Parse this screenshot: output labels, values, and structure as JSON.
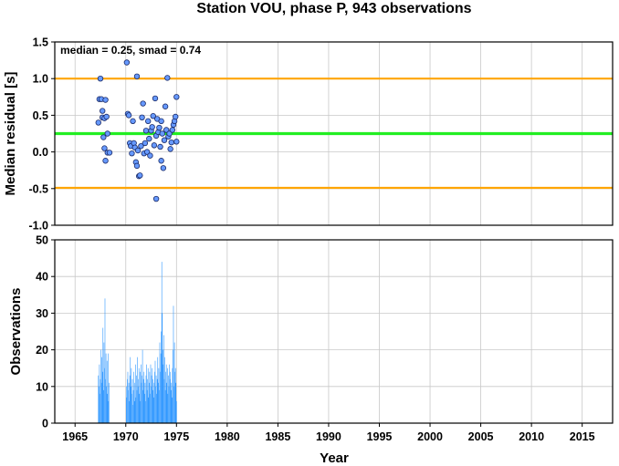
{
  "chart_data": [
    {
      "type": "scatter",
      "title": "Station VOU, phase P, 943 observations",
      "annotation": "median = 0.25, smad = 0.74",
      "ylabel": "Median residual [s]",
      "xlim": [
        1963,
        2018
      ],
      "ylim": [
        -1.0,
        1.5
      ],
      "yticks": [
        -1.0,
        -0.5,
        0.0,
        0.5,
        1.0,
        1.5
      ],
      "ytick_labels": [
        "-1.0",
        "-0.5",
        "0.0",
        "0.5",
        "1.0",
        "1.5"
      ],
      "grid": true,
      "reference_lines": [
        {
          "y": 1.0,
          "color": "#ffa500"
        },
        {
          "y": 0.25,
          "color": "#22ee22"
        },
        {
          "y": -0.49,
          "color": "#ffa500"
        }
      ],
      "marker_color": "#6699ff",
      "points": [
        [
          1967.3,
          0.4
        ],
        [
          1967.4,
          0.72
        ],
        [
          1967.5,
          1.0
        ],
        [
          1967.6,
          0.72
        ],
        [
          1967.7,
          0.47
        ],
        [
          1967.7,
          0.56
        ],
        [
          1967.8,
          0.2
        ],
        [
          1967.9,
          0.46
        ],
        [
          1967.9,
          0.05
        ],
        [
          1968.0,
          -0.12
        ],
        [
          1968.0,
          0.71
        ],
        [
          1968.1,
          0.48
        ],
        [
          1968.2,
          0.25
        ],
        [
          1968.2,
          -0.01
        ],
        [
          1968.4,
          -0.01
        ],
        [
          1970.1,
          1.22
        ],
        [
          1970.2,
          0.52
        ],
        [
          1970.3,
          0.5
        ],
        [
          1970.4,
          0.12
        ],
        [
          1970.5,
          0.08
        ],
        [
          1970.6,
          -0.02
        ],
        [
          1970.7,
          0.42
        ],
        [
          1970.8,
          0.12
        ],
        [
          1970.9,
          0.06
        ],
        [
          1971.0,
          -0.14
        ],
        [
          1971.1,
          -0.19
        ],
        [
          1971.1,
          1.03
        ],
        [
          1971.2,
          0.02
        ],
        [
          1971.3,
          -0.33
        ],
        [
          1971.4,
          -0.32
        ],
        [
          1971.5,
          0.08
        ],
        [
          1971.6,
          0.47
        ],
        [
          1971.7,
          0.66
        ],
        [
          1971.8,
          -0.02
        ],
        [
          1971.9,
          0.12
        ],
        [
          1972.0,
          0.29
        ],
        [
          1972.1,
          0.0
        ],
        [
          1972.2,
          0.42
        ],
        [
          1972.3,
          0.18
        ],
        [
          1972.4,
          -0.05
        ],
        [
          1972.5,
          0.29
        ],
        [
          1972.6,
          0.34
        ],
        [
          1972.7,
          0.49
        ],
        [
          1972.8,
          0.09
        ],
        [
          1972.9,
          0.73
        ],
        [
          1973.0,
          -0.64
        ],
        [
          1973.0,
          0.22
        ],
        [
          1973.1,
          0.45
        ],
        [
          1973.2,
          0.27
        ],
        [
          1973.3,
          0.33
        ],
        [
          1973.4,
          0.07
        ],
        [
          1973.5,
          0.42
        ],
        [
          1973.5,
          -0.12
        ],
        [
          1973.6,
          0.25
        ],
        [
          1973.7,
          -0.22
        ],
        [
          1973.8,
          0.16
        ],
        [
          1973.9,
          0.62
        ],
        [
          1974.0,
          0.3
        ],
        [
          1974.1,
          1.01
        ],
        [
          1974.2,
          0.21
        ],
        [
          1974.3,
          0.25
        ],
        [
          1974.4,
          0.04
        ],
        [
          1974.5,
          0.13
        ],
        [
          1974.6,
          0.3
        ],
        [
          1974.7,
          0.37
        ],
        [
          1974.8,
          0.42
        ],
        [
          1974.9,
          0.48
        ],
        [
          1975.0,
          0.75
        ],
        [
          1975.0,
          0.14
        ]
      ]
    },
    {
      "type": "bar",
      "ylabel": "Observations",
      "xlabel": "Year",
      "xlim": [
        1963,
        2018
      ],
      "ylim": [
        0,
        50
      ],
      "xticks": [
        1965,
        1970,
        1975,
        1980,
        1985,
        1990,
        1995,
        2000,
        2005,
        2010,
        2015
      ],
      "xtick_labels": [
        "1965",
        "1970",
        "1975",
        "1980",
        "1985",
        "1990",
        "1995",
        "2000",
        "2005",
        "2010",
        "2015"
      ],
      "yticks": [
        0,
        10,
        20,
        30,
        40,
        50
      ],
      "ytick_labels": [
        "0",
        "10",
        "20",
        "30",
        "40",
        "50"
      ],
      "grid": true,
      "bar_color": "#3399ff",
      "counts": [
        [
          1967.3,
          13
        ],
        [
          1967.35,
          10
        ],
        [
          1967.4,
          16
        ],
        [
          1967.45,
          8
        ],
        [
          1967.5,
          12
        ],
        [
          1967.55,
          20
        ],
        [
          1967.6,
          11
        ],
        [
          1967.65,
          18
        ],
        [
          1967.7,
          14
        ],
        [
          1967.75,
          26
        ],
        [
          1967.8,
          9
        ],
        [
          1967.85,
          22
        ],
        [
          1967.9,
          15
        ],
        [
          1967.95,
          34
        ],
        [
          1968.0,
          12
        ],
        [
          1968.05,
          19
        ],
        [
          1968.1,
          10
        ],
        [
          1968.15,
          17
        ],
        [
          1968.2,
          8
        ],
        [
          1968.25,
          19
        ],
        [
          1968.3,
          6
        ],
        [
          1968.35,
          11
        ],
        [
          1970.05,
          10
        ],
        [
          1970.1,
          7
        ],
        [
          1970.15,
          12
        ],
        [
          1970.2,
          14
        ],
        [
          1970.25,
          9
        ],
        [
          1970.3,
          11
        ],
        [
          1970.35,
          6
        ],
        [
          1970.4,
          13
        ],
        [
          1970.45,
          18
        ],
        [
          1970.5,
          10
        ],
        [
          1970.55,
          15
        ],
        [
          1970.6,
          8
        ],
        [
          1970.65,
          12
        ],
        [
          1970.7,
          5
        ],
        [
          1970.75,
          9
        ],
        [
          1970.8,
          14
        ],
        [
          1970.85,
          6
        ],
        [
          1970.9,
          11
        ],
        [
          1970.95,
          16
        ],
        [
          1971.0,
          7
        ],
        [
          1971.05,
          13
        ],
        [
          1971.1,
          9
        ],
        [
          1971.15,
          18
        ],
        [
          1971.2,
          10
        ],
        [
          1971.25,
          12
        ],
        [
          1971.3,
          15
        ],
        [
          1971.35,
          8
        ],
        [
          1971.4,
          14
        ],
        [
          1971.45,
          6
        ],
        [
          1971.5,
          16
        ],
        [
          1971.55,
          11
        ],
        [
          1971.6,
          13
        ],
        [
          1971.65,
          20
        ],
        [
          1971.7,
          9
        ],
        [
          1971.75,
          12
        ],
        [
          1971.8,
          14
        ],
        [
          1971.85,
          8
        ],
        [
          1971.9,
          11
        ],
        [
          1971.95,
          6
        ],
        [
          1972.0,
          13
        ],
        [
          1972.05,
          16
        ],
        [
          1972.1,
          9
        ],
        [
          1972.15,
          12
        ],
        [
          1972.2,
          15
        ],
        [
          1972.25,
          7
        ],
        [
          1972.3,
          11
        ],
        [
          1972.35,
          14
        ],
        [
          1972.4,
          8
        ],
        [
          1972.45,
          16
        ],
        [
          1972.5,
          10
        ],
        [
          1972.55,
          13
        ],
        [
          1972.6,
          15
        ],
        [
          1972.65,
          9
        ],
        [
          1972.7,
          12
        ],
        [
          1972.75,
          7
        ],
        [
          1972.8,
          11
        ],
        [
          1972.85,
          14
        ],
        [
          1972.9,
          17
        ],
        [
          1972.95,
          10
        ],
        [
          1973.0,
          13
        ],
        [
          1973.05,
          8
        ],
        [
          1973.1,
          12
        ],
        [
          1973.15,
          18
        ],
        [
          1973.2,
          11
        ],
        [
          1973.25,
          15
        ],
        [
          1973.3,
          9
        ],
        [
          1973.35,
          22
        ],
        [
          1973.4,
          14
        ],
        [
          1973.45,
          19
        ],
        [
          1973.5,
          25
        ],
        [
          1973.55,
          44
        ],
        [
          1973.6,
          30
        ],
        [
          1973.65,
          20
        ],
        [
          1973.7,
          16
        ],
        [
          1973.75,
          24
        ],
        [
          1973.8,
          12
        ],
        [
          1973.85,
          18
        ],
        [
          1973.9,
          9
        ],
        [
          1973.95,
          14
        ],
        [
          1974.0,
          16
        ],
        [
          1974.05,
          11
        ],
        [
          1974.1,
          15
        ],
        [
          1974.15,
          8
        ],
        [
          1974.2,
          13
        ],
        [
          1974.25,
          10
        ],
        [
          1974.3,
          16
        ],
        [
          1974.35,
          12
        ],
        [
          1974.4,
          14
        ],
        [
          1974.45,
          9
        ],
        [
          1974.5,
          11
        ],
        [
          1974.55,
          7
        ],
        [
          1974.6,
          15
        ],
        [
          1974.65,
          20
        ],
        [
          1974.7,
          32
        ],
        [
          1974.75,
          10
        ],
        [
          1974.8,
          22
        ],
        [
          1974.85,
          14
        ],
        [
          1974.9,
          15
        ],
        [
          1974.95,
          11
        ],
        [
          1975.0,
          6
        ]
      ]
    }
  ]
}
